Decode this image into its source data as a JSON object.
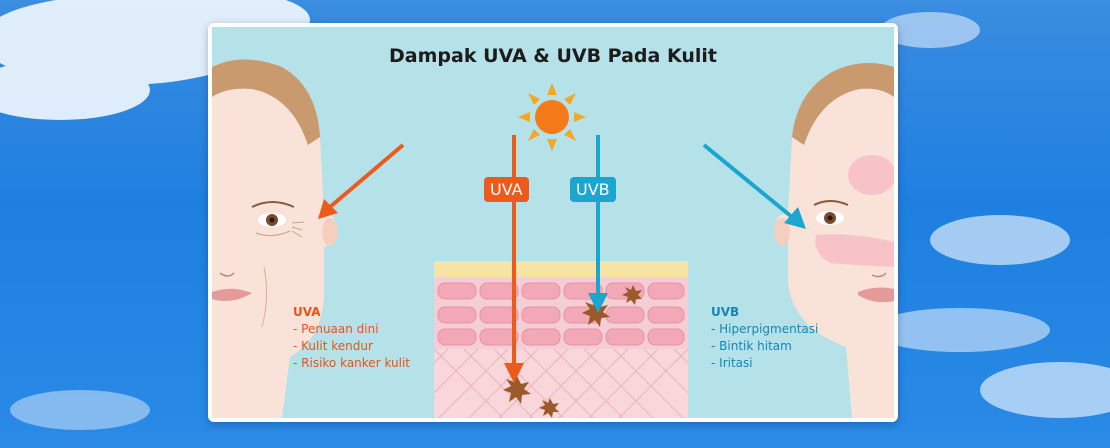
{
  "title": "Dampak UVA & UVB Pada Kulit",
  "labels": {
    "uva": "UVA",
    "uvb": "UVB"
  },
  "uva_effects": {
    "heading": "UVA",
    "items": [
      "Penuaan dini",
      "Kulit kendur",
      "Risiko kanker kulit"
    ]
  },
  "uvb_effects": {
    "heading": "UVB",
    "items": [
      "Hiperpigmentasi",
      "Bintik hitam",
      "Iritasi"
    ]
  },
  "colors": {
    "uva": "#ec5a1c",
    "uvb": "#1aa6cf",
    "background": "#b4e2e8",
    "skin": "#f9e3d8",
    "hair": "#c99a6e"
  }
}
